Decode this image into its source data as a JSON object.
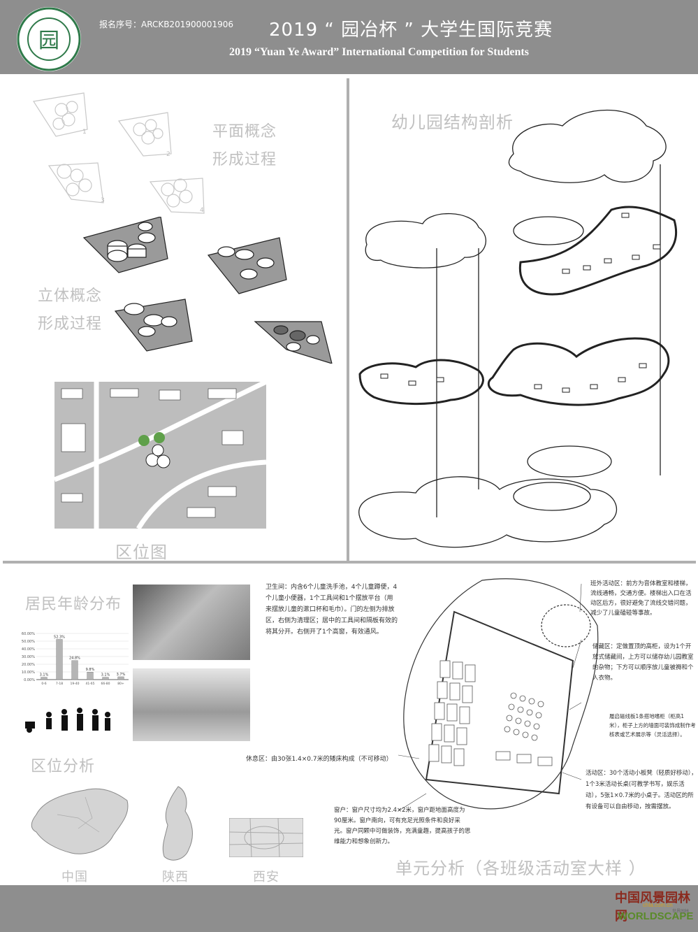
{
  "header": {
    "reg_no": "报名序号：ARCKB201900001906",
    "title_cn": "2019 “ 园冶杯 ” 大学生国际竞赛",
    "title_en": "2019 “Yuan Ye Award” International Competition for  Students",
    "logo_char": "园"
  },
  "labels": {
    "plan_concept_1": "平面概念",
    "plan_concept_2": "形成过程",
    "solid_concept_1": "立体概念",
    "solid_concept_2": "形成过程",
    "location_map": "区位图",
    "structure": "幼儿园结构剖析",
    "age_distribution": "居民年龄分布",
    "location_analysis": "区位分析",
    "unit_analysis": "单元分析（各班级活动室大样 ）",
    "china": "中国",
    "shaanxi": "陕西",
    "xian": "西安"
  },
  "steps": [
    "1",
    "2",
    "3",
    "4"
  ],
  "chart_data": {
    "type": "bar",
    "categories": [
      "0-6",
      "7-18",
      "19-40",
      "41-65",
      "66-80",
      "80+"
    ],
    "values": [
      3.1,
      52.3,
      24.8,
      9.8,
      3.1,
      3.7
    ],
    "data_labels": [
      "3.1%",
      "52.3%",
      "24.8%",
      "9.8%",
      "3.1%",
      "3.7%"
    ],
    "yticks": [
      "60.00%",
      "50.00%",
      "40.00%",
      "30.00%",
      "20.00%",
      "10.00%",
      "0.00%"
    ],
    "ylim": [
      0,
      60
    ]
  },
  "notes": {
    "toilet": "卫生间：内含6个儿童洗手池，4个儿童蹲便，4个儿童小便器，1个工具间和1个摆放平台（用来摆放儿童的漱口杯和毛巾）。门的左侧为排放区，右侧为清理区；居中的工具间和隔板有效的将其分开。右侧开了1个高窗，有效通风。",
    "entry": "班外活动区：前方为音体教室和楼梯，流线通畅，交通方便。楼梯出入口在活动区后方，很好避免了流线交错问题，减少了儿童磕碰等事故。",
    "storage": "储藏区：定做置顶的高柜，设为1个开放式储藏间，上方可以储存幼儿园教室的杂物；下方可以顺序放儿童被褥和个人衣物。",
    "board": "履启磁线板1条搭地嗜柜（柜高1米），柜子上方的墙面可装饰成制作考核表或艺术展示等（灵活选择）。",
    "rest": "休息区：由30张1.4×0.7米的矮床构成（不可移动）",
    "activity": "活动区：30个活动小板凳（轻质好移动），1个3米活动长桌(可教学书写，娱乐活动），5张1×0.7米的小桌子。活动区的所有设备可以自由移动，按需摆放。",
    "window": "窗户：窗户尺寸均为2.4×2米，窗户距地面高度为90厘米。窗户南向，可有充足光照条件和良好采光。窗户同颗中可做装饰，充满童趣，提高孩子的思维能力和想象创新力。"
  },
  "watermark": {
    "cn": "中国风景园林网",
    "sub": "chla.com.cn",
    "en": "WORLDSCAPE",
    "en_sub": "世界园林"
  }
}
